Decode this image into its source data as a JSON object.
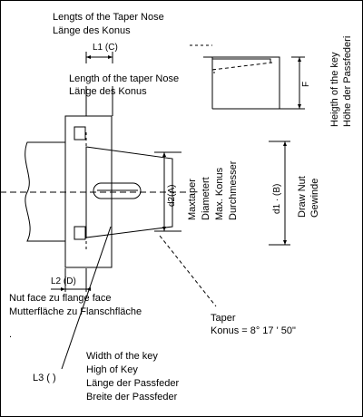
{
  "labels": {
    "taper_nose_en": "Lengts of the Taper Nose",
    "taper_nose_de": "Länge des Konus",
    "l1": "L1 (C)",
    "length_taper_en": "Length of the taper Nose",
    "length_taper_de": "Länge des Konus",
    "key_height_en": "Heigth of the key",
    "key_height_de": "Höhe der Passfederi",
    "f": "F",
    "d2": "d2(A)",
    "max_taper": "Maxtaper",
    "diametert": "Diametert",
    "max_konus": "Max. Konus",
    "durchmesser": "Durchmesser",
    "d1": "d1 · (B)",
    "draw_nut": "Draw Nut",
    "gewinde": "Gewinde",
    "l2": "L2 (D)",
    "nut_face_en": "Nut  face zu flange face",
    "nut_face_de": "Mutterfläche zu Flanschfläche",
    "taper": "Taper",
    "konus_angle": "Konus = 8° 17 ' 50\"",
    "l3": "L3 ( )",
    "key_width": "Width  of the key",
    "key_high": "High of Key",
    "key_len_de": "Länge der Passfeder",
    "key_breite_de": "Breite der Passfeder",
    "dot_mark": "."
  }
}
